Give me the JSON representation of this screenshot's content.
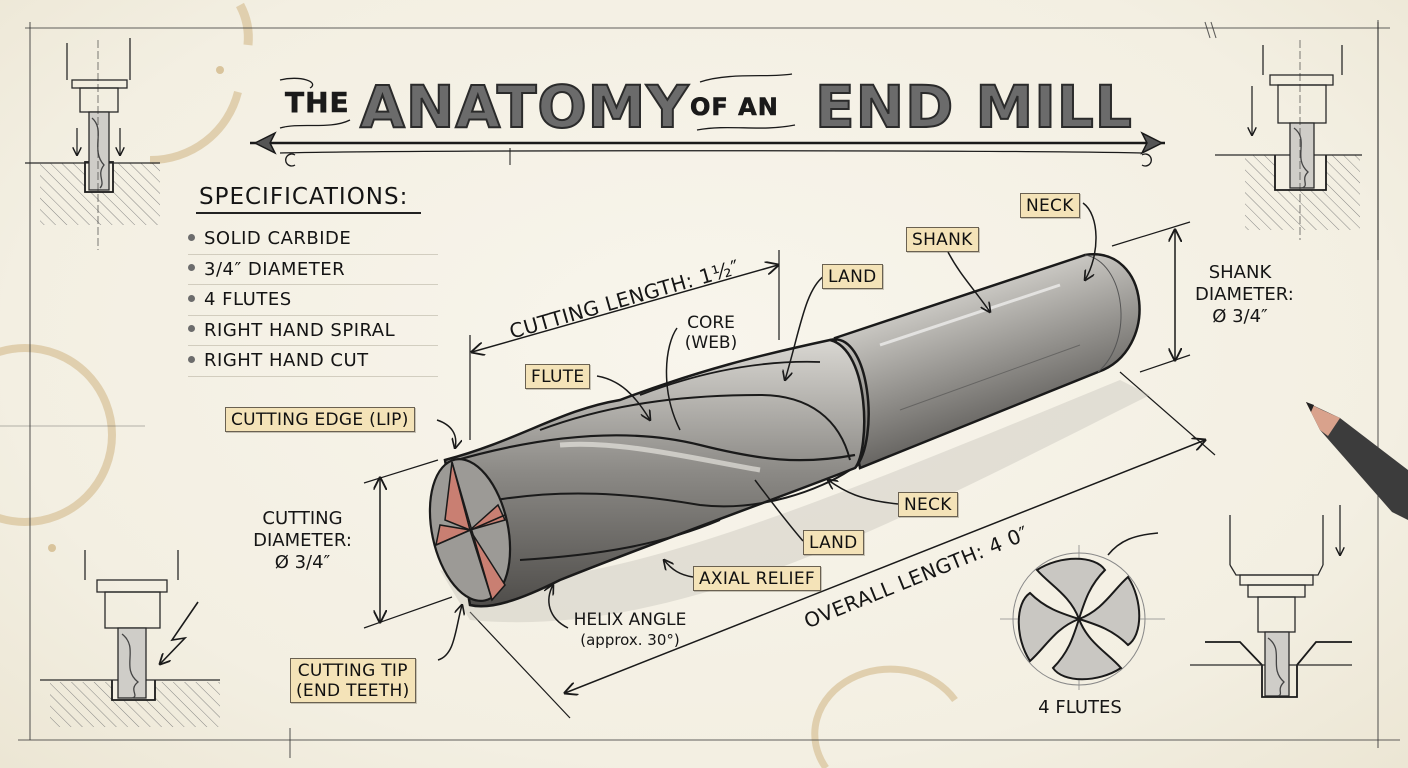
{
  "title": {
    "word_the": "THE",
    "word_anatomy": "ANATOMY",
    "word_of_an": "OF AN",
    "word_end_mill": "END MILL"
  },
  "specifications": {
    "heading": "SPECIFICATIONS:",
    "items": [
      {
        "text": "SOLID CARBIDE"
      },
      {
        "text": "3/4″ DIAMETER"
      },
      {
        "text": "4 FLUTES"
      },
      {
        "text": "RIGHT HAND SPIRAL"
      },
      {
        "text": "RIGHT HAND CUT"
      }
    ]
  },
  "dimensions": {
    "cutting_length": "CUTTING LENGTH: 1½″",
    "overall_length": "OVERALL LENGTH: 4 0″",
    "shank_diameter": [
      "SHANK",
      "DIAMETER:",
      "Ø 3/4″"
    ],
    "cutting_diameter": [
      "CUTTING",
      "DIAMETER:",
      "Ø 3/4″"
    ]
  },
  "callouts": {
    "neck_top": "NECK",
    "shank": "SHANK",
    "land_top": "LAND",
    "core": [
      "CORE",
      "(WEB)"
    ],
    "flute": "FLUTE",
    "cutting_edge": "CUTTING EDGE (LIP)",
    "neck_bottom": "NECK",
    "land_bottom": "LAND",
    "axial_relief": "AXIAL RELIEF",
    "helix_angle": [
      "HELIX ANGLE",
      "(approx. 30°)"
    ],
    "cutting_tip": [
      "CUTTING TIP",
      "(END TEETH)"
    ]
  },
  "cross_section": {
    "caption": "4 FLUTES"
  },
  "colors": {
    "paper": "#f4f0e4",
    "label_fill": "#f4e3b8",
    "ink": "#1e1e1e",
    "cutting_edge_highlight": "#c97f72",
    "coffee_stain": "#d9c49c"
  }
}
